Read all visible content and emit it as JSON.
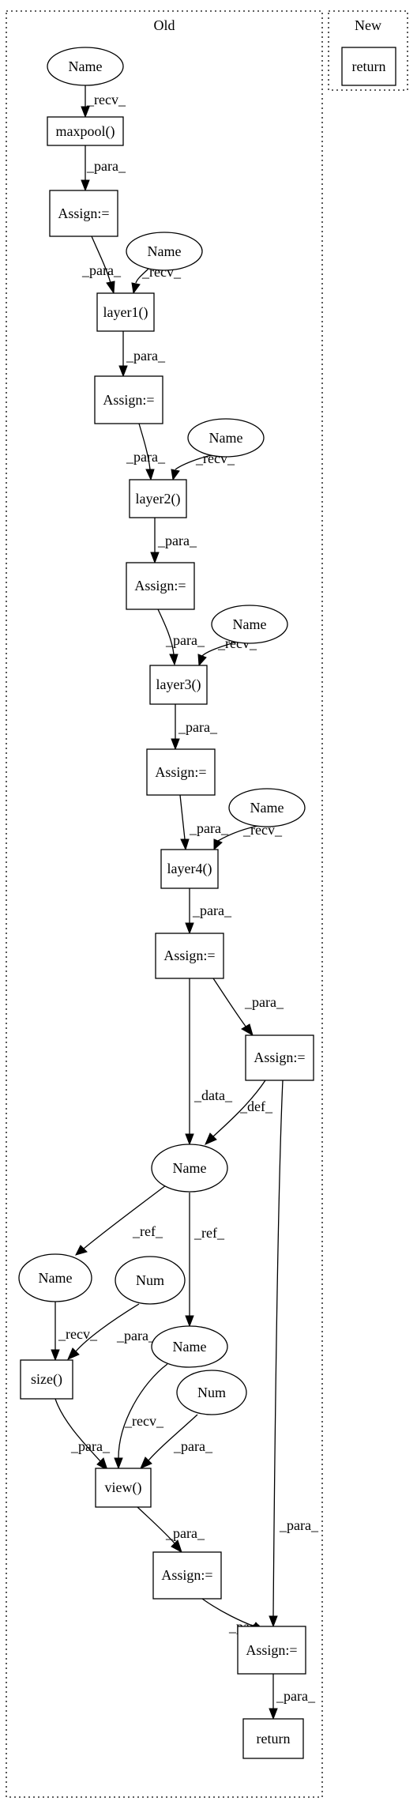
{
  "clusters": {
    "old": {
      "label": "Old"
    },
    "new": {
      "label": "New"
    }
  },
  "nodes": {
    "name_top": "Name",
    "maxpool": "maxpool()",
    "assign1": "Assign:=",
    "name_l1": "Name",
    "layer1": "layer1()",
    "assign2": "Assign:=",
    "name_l2": "Name",
    "layer2": "layer2()",
    "assign3": "Assign:=",
    "name_l3": "Name",
    "layer3": "layer3()",
    "assign4": "Assign:=",
    "name_l4": "Name",
    "layer4": "layer4()",
    "assign5": "Assign:=",
    "assign6": "Assign:=",
    "name_mid": "Name",
    "name_left": "Name",
    "num1": "Num",
    "name_right": "Name",
    "num2": "Num",
    "size": "size()",
    "view": "view()",
    "assign7": "Assign:=",
    "assign8": "Assign:=",
    "return_old": "return",
    "return_new": "return"
  },
  "edges": {
    "e1": "_recv_",
    "e2": "_para_",
    "e3": "_para_",
    "e4": "_recv_",
    "e5": "_para_",
    "e6": "_para_",
    "e7": "_recv_",
    "e8": "_para_",
    "e9": "_para_",
    "e10": "_recv_",
    "e11": "_para_",
    "e12": "_para_",
    "e13": "_recv_",
    "e14": "_para_",
    "e15": "_para_",
    "e16": "_data_",
    "e17": "_def_",
    "e18": "_para_",
    "e19": "_ref_",
    "e20": "_ref_",
    "e21": "_recv_",
    "e22": "_para_",
    "e23": "_recv_",
    "e24": "_para_",
    "e25": "_para_",
    "e26": "_para_",
    "e27": "_para_",
    "e28": "_para_"
  }
}
